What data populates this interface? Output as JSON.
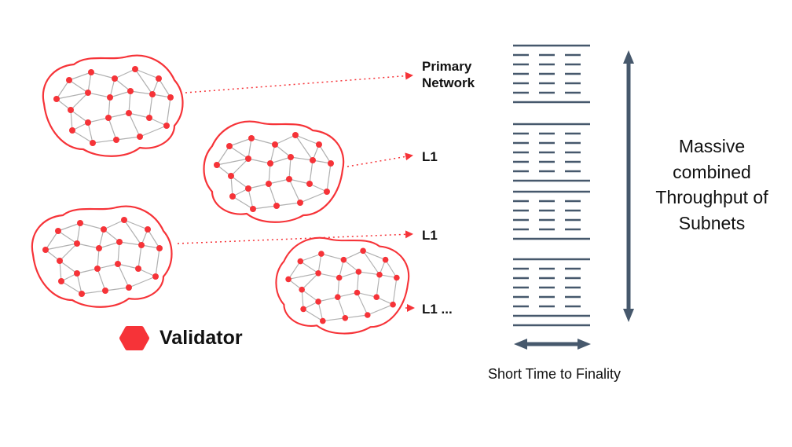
{
  "diagram": {
    "subnet_labels": {
      "primary": "Primary Network",
      "l1_1": "L1",
      "l1_2": "L1",
      "l1_3": "L1 ..."
    },
    "legend": {
      "validator": "Validator",
      "icon": "hexagon-icon"
    },
    "right_panel": {
      "throughput_caption": "Massive combined Throughput of Subnets",
      "finality_caption": "Short Time to Finality"
    }
  },
  "colors": {
    "red": "#f63338",
    "gray": "#b0b0b0",
    "slate": "#46586c",
    "text": "#111111"
  }
}
